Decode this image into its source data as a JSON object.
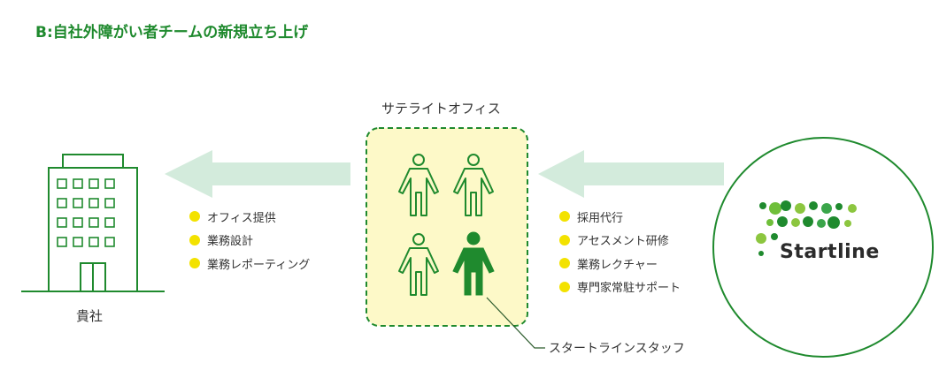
{
  "title": "B:自社外障がい者チームの新規立ち上げ",
  "satellite": {
    "label": "サテライトオフィス"
  },
  "company": {
    "label": "貴社"
  },
  "left_items": [
    "オフィス提供",
    "業務設計",
    "業務レポーティング"
  ],
  "right_items": [
    "採用代行",
    "アセスメント研修",
    "業務レクチャー",
    "専門家常駐サポート"
  ],
  "staff_label": "スタートラインスタッフ",
  "logo": {
    "text": "Startline"
  },
  "colors": {
    "green": "#1f8a2e",
    "arrow": "#d3ebdc",
    "box_fill": "#fdf9c8",
    "dot": "#f3e200"
  }
}
